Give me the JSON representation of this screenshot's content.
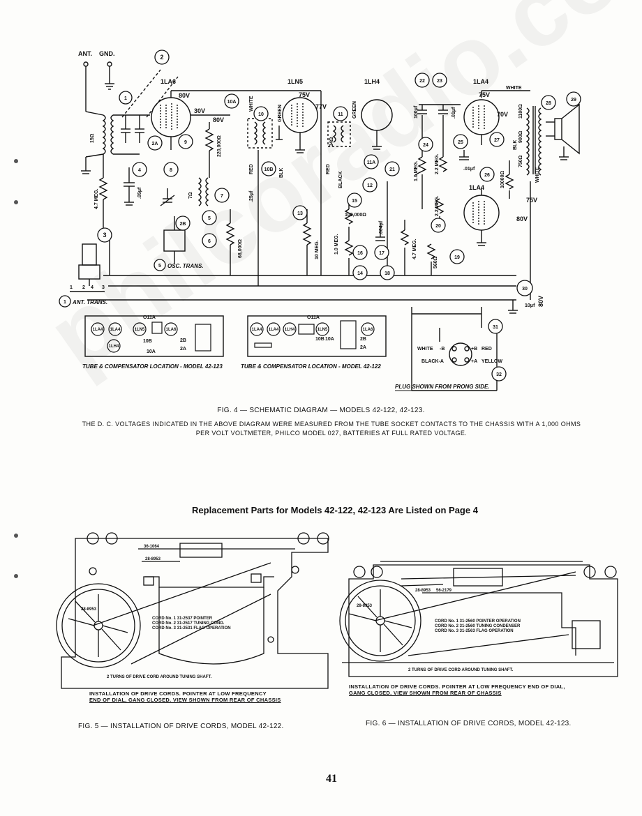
{
  "schematic": {
    "antenna_label": "ANT.",
    "ground_label": "GND.",
    "tubes": [
      "1LA6",
      "1LN5",
      "1LH4",
      "1LA4",
      "1LA4"
    ],
    "callouts": [
      "1",
      "2",
      "2A",
      "2B",
      "3",
      "4",
      "5",
      "6",
      "7",
      "8",
      "9",
      "10",
      "10A",
      "10B",
      "11",
      "11A",
      "12",
      "13",
      "14",
      "15",
      "16",
      "17",
      "18",
      "19",
      "20",
      "21",
      "22",
      "23",
      "24",
      "25",
      "26",
      "27",
      "28",
      "29",
      "30",
      "31",
      "32"
    ],
    "values": {
      "v80a": "80V",
      "v30": "30V",
      "v80b": "80V",
      "v75a": "75V",
      "v77": "77V",
      "v75b": "75V",
      "v70": "70V",
      "v75c": "75V",
      "v80c": "80V",
      "v80d": "80V",
      "r15": "15Ω",
      "r220k": "220,000Ω",
      "r100k": "100,000Ω",
      "r68k": "68,000Ω",
      "r10meg": "10 MEG.",
      "r1meg": "1.0 MEG.",
      "r47meg": "4.7 MEG.",
      "r47megb": "4.7 MEG.",
      "r10megb": "1.0 MEG.",
      "r22meg": "2.2 MEG.",
      "r22megb": "2.2 MEG.",
      "r560": "560Ω",
      "r10000": "10000Ω",
      "r750": "750Ω",
      "r1100": "1100Ω",
      "r900": "900Ω",
      "c05": ".05μf",
      "c25": ".25μf",
      "c01a": ".01μf",
      "c01b": ".01μf",
      "c004": ".004μf",
      "c100": "100μf",
      "c10": "10μf",
      "r7": "7Ω",
      "r34": "34Ω"
    },
    "wire_labels": [
      "WHITE",
      "GREEN",
      "RED",
      "BLK",
      "RED",
      "BLACK",
      "GREEN",
      "WHITE",
      "BLK",
      "WHITE"
    ],
    "osc_trans_label": "OSC. TRANS.",
    "ant_trans_label": "ANT. TRANS.",
    "ant_trans_pins": [
      "1",
      "2",
      "4",
      "3"
    ],
    "model_122_label": "TUBE & COMPENSATOR LOCATION - MODEL 42-123",
    "model_123_label": "TUBE & COMPENSATOR LOCATION - MODEL 42-122",
    "layout_a_tubes": [
      "1LA4",
      "1LA4",
      "1LN5",
      "1LA6",
      "1LH4"
    ],
    "layout_a_labels": [
      "O11A",
      "10B",
      "10A",
      "2B",
      "2A"
    ],
    "layout_b_tubes": [
      "1LA4",
      "1LA4",
      "1LH4",
      "1LN5",
      "1LA6"
    ],
    "layout_b_labels": [
      "O11A",
      "10B",
      "10A",
      "2B",
      "2A"
    ],
    "plug_labels": {
      "white": "WHITE",
      "minus_b": "-B",
      "plus_b": "+B",
      "red": "RED",
      "black": "BLACK-A",
      "plus_a": "+A",
      "yellow": "YELLOW"
    },
    "plug_caption": "PLUG SHOWN FROM PRONG SIDE."
  },
  "fig4_caption": "FIG. 4 — SCHEMATIC DIAGRAM — MODELS 42-122, 42-123.",
  "fig4_note_line1": "THE D. C. VOLTAGES INDICATED IN THE ABOVE DIAGRAM WERE MEASURED FROM THE TUBE SOCKET CONTACTS TO THE CHASSIS WITH A 1,000 OHMS",
  "fig4_note_line2": "PER VOLT VOLTMETER, PHILCO MODEL 027, BATTERIES AT FULL RATED VOLTAGE.",
  "replacement_heading": "Replacement Parts for Models 42-122, 42-123 Are Listed on Page 4",
  "fig5": {
    "part_labels": [
      "36-1064",
      "28-8953",
      "28-8953"
    ],
    "cords": [
      "CORD No. 1  31-2537 POINTER",
      "CORD No. 2  31-2517 TUNING COND.",
      "CORD No. 3  31-2531 FLAG OPERATION"
    ],
    "turns_note": "2 TURNS OF DRIVE CORD AROUND TUNING SHAFT.",
    "install_note_1": "INSTALLATION OF DRIVE CORDS. POINTER AT LOW FREQUENCY",
    "install_note_2": "END OF DIAL, GANG CLOSED. VIEW SHOWN FROM REAR OF CHASSIS",
    "caption": "FIG. 5 — INSTALLATION OF DRIVE CORDS, MODEL 42-122."
  },
  "fig6": {
    "part_labels": [
      "28-8953",
      "56-2179",
      "28-8953"
    ],
    "cords": [
      "CORD No. 1  31-2560 POINTER OPERATION",
      "CORD No. 2  31-2560 TUNING CONDENSER",
      "CORD No. 3  31-2563 FLAG OPERATION"
    ],
    "turns_note": "2 TURNS OF DRIVE CORD AROUND TUNING SHAFT.",
    "install_note_1": "INSTALLATION OF DRIVE CORDS. POINTER AT LOW FREQUENCY END OF DIAL,",
    "install_note_2": "GANG CLOSED. VIEW SHOWN FROM REAR OF CHASSIS",
    "caption": "FIG. 6 — INSTALLATION OF DRIVE CORDS, MODEL 42-123."
  },
  "page_number": "41",
  "watermark": "philcoradio.com"
}
